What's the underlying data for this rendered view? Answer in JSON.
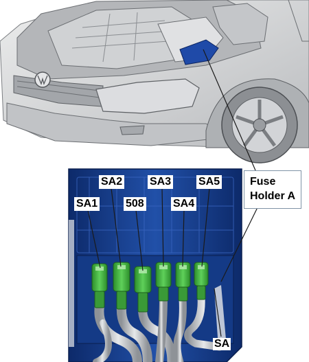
{
  "callout": {
    "line1": "Fuse",
    "line2": "Holder A"
  },
  "fuse_labels": [
    {
      "id": "sa1",
      "text": "SA1"
    },
    {
      "id": "sa2",
      "text": "SA2"
    },
    {
      "id": "f508",
      "text": "508"
    },
    {
      "id": "sa3",
      "text": "SA3"
    },
    {
      "id": "sa4",
      "text": "SA4"
    },
    {
      "id": "sa5",
      "text": "SA5"
    }
  ],
  "bottom_label": "SA",
  "colors": {
    "holder_blue": "#1a3f8f",
    "holder_dark": "#0f2a66",
    "fuse_green": "#3fae3a",
    "cable_gray": "#c9ccd0",
    "car_body": "#d9dadc",
    "leader": "#1a1a1a"
  }
}
